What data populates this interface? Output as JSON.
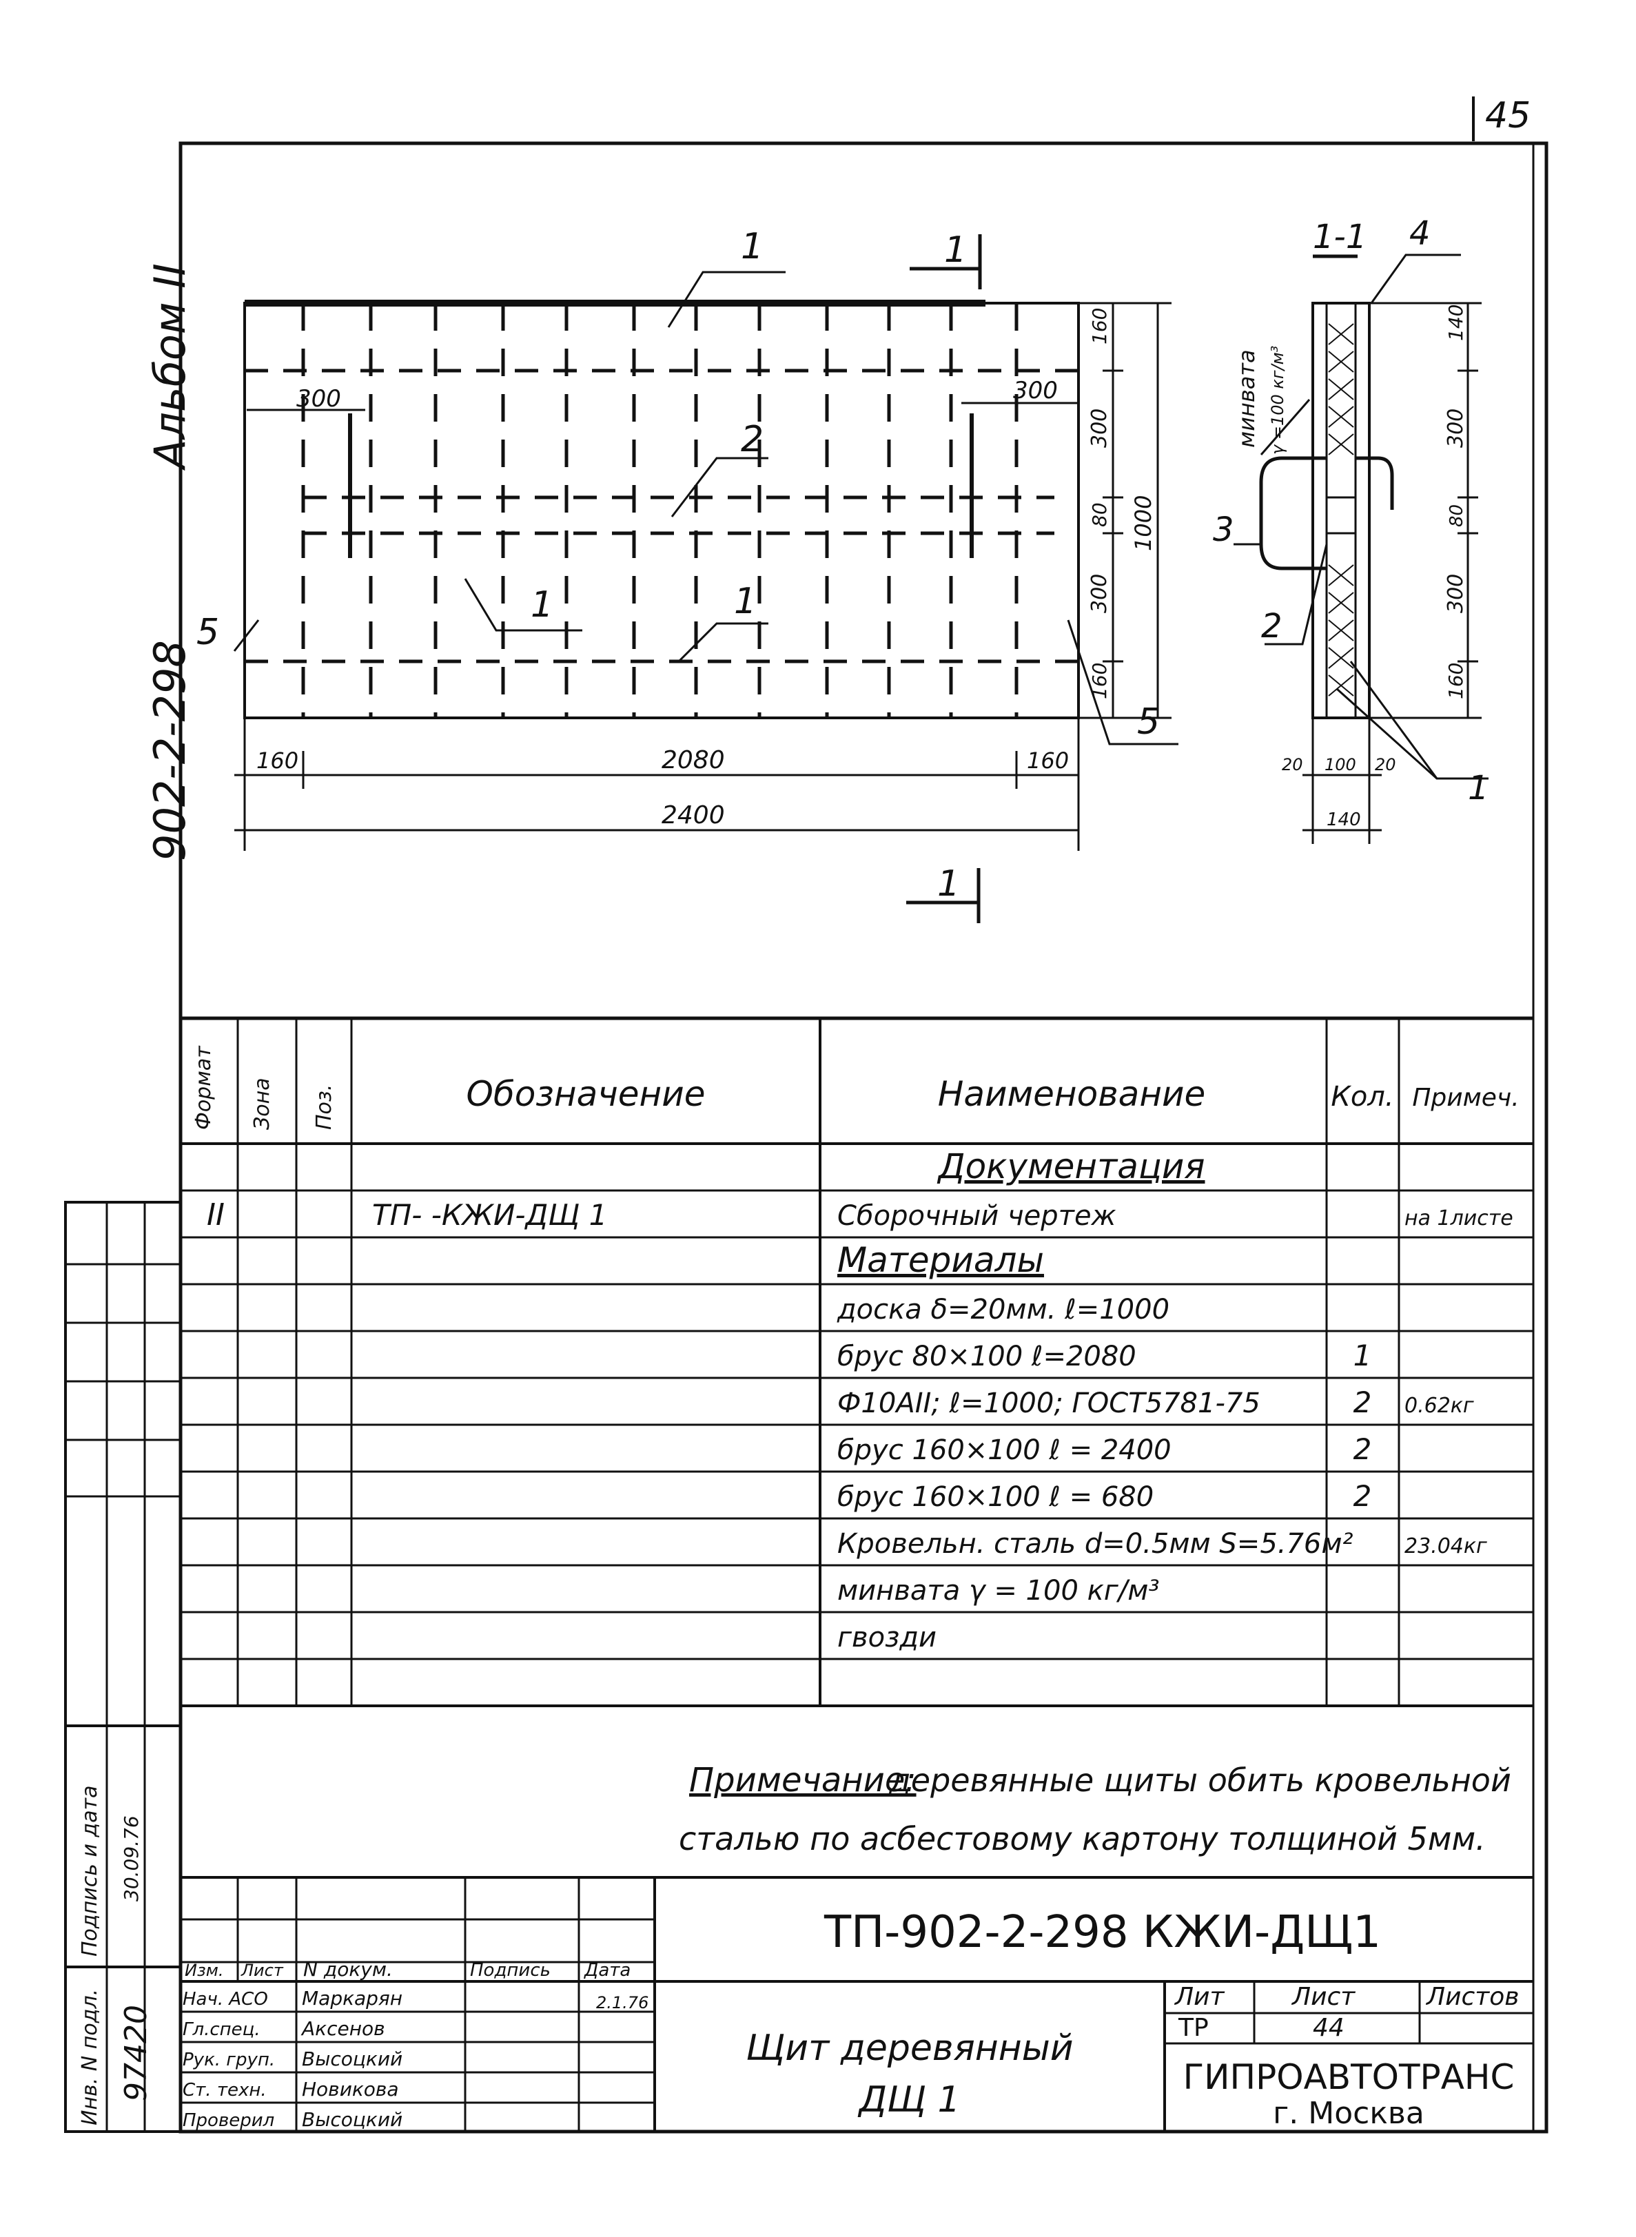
{
  "page_number": "45",
  "side": {
    "album": "Альбом II",
    "project_code": "902-2-298"
  },
  "drawing": {
    "section_mark": "1",
    "section_title": "1-1",
    "labels": [
      "1",
      "1",
      "1",
      "2",
      "3",
      "2",
      "4",
      "5",
      "5",
      "1",
      "1"
    ],
    "dims": {
      "d300a": "300",
      "d300b": "300",
      "d160": "160",
      "d2080": "2080",
      "d2400": "2400",
      "r160t": "160",
      "r300t": "300",
      "r80": "80",
      "r300b": "300",
      "r160b": "160",
      "r1000": "1000",
      "s140t": "140",
      "s300t": "300",
      "s80": "80",
      "s300b": "300",
      "s160": "160",
      "s20a": "20",
      "s100": "100",
      "s20b": "20",
      "s140": "140"
    },
    "minvata_label": "минвата",
    "gamma_label": "γ =100 кг/м³"
  },
  "table": {
    "headers": {
      "format": "Формат",
      "zone": "Зона",
      "pos": "Поз.",
      "designation": "Обозначение",
      "name": "Наименование",
      "qty": "Кол.",
      "note": "Примеч."
    },
    "rows": [
      {
        "format": "",
        "designation": "",
        "name": "Документация",
        "qty": "",
        "note": ""
      },
      {
        "format": "II",
        "designation": "ТП-        -КЖИ-ДЩ 1",
        "name": "Сборочный чертеж",
        "qty": "",
        "note": "на 1листе"
      },
      {
        "format": "",
        "designation": "",
        "name": "Материалы",
        "qty": "",
        "note": ""
      },
      {
        "format": "",
        "designation": "",
        "name": "доска δ=20мм.   ℓ=1000",
        "qty": "",
        "note": ""
      },
      {
        "format": "",
        "designation": "",
        "name": "брус  80×100    ℓ=2080",
        "qty": "1",
        "note": ""
      },
      {
        "format": "",
        "designation": "",
        "name": "Ф10АII; ℓ=1000; ГОСТ5781-75",
        "qty": "2",
        "note": "0.62кг"
      },
      {
        "format": "",
        "designation": "",
        "name": "брус  160×100    ℓ = 2400",
        "qty": "2",
        "note": ""
      },
      {
        "format": "",
        "designation": "",
        "name": "брус  160×100    ℓ = 680",
        "qty": "2",
        "note": ""
      },
      {
        "format": "",
        "designation": "",
        "name": "Кровельн. сталь d=0.5мм S=5.76м²",
        "qty": "",
        "note": "23.04кг"
      },
      {
        "format": "",
        "designation": "",
        "name": "минвата  γ = 100 кг/м³",
        "qty": "",
        "note": ""
      },
      {
        "format": "",
        "designation": "",
        "name": "гвозди",
        "qty": "",
        "note": ""
      }
    ]
  },
  "note": {
    "label": "Примечание:",
    "line1": "деревянные щиты обить кровельной",
    "line2": "сталью по асбестовому картону толщиной 5мм."
  },
  "title_block": {
    "code": "ТП-902-2-298 КЖИ-ДЩ1",
    "hdr": {
      "izm": "Изм.",
      "list": "Лист",
      "ndoc": "N докум.",
      "sign": "Подпись",
      "date": "Дата"
    },
    "roles": [
      {
        "role": "Нач. АСО",
        "name": "Маркарян"
      },
      {
        "role": "Гл.спец.",
        "name": "Аксенов"
      },
      {
        "role": "Рук. груп.",
        "name": "Высоцкий"
      },
      {
        "role": "Ст. техн.",
        "name": "Новикова"
      },
      {
        "role": "Проверил",
        "name": "Высоцкий"
      }
    ],
    "sign_date": "2.1.76",
    "title_line1": "Щит деревянный",
    "title_line2": "ДЩ 1",
    "lit_label": "Лит",
    "sheet_label": "Лист",
    "sheets_label": "Листов",
    "lit_value": "ТР",
    "sheet_value": "44",
    "org": "ГИПРОАВТОТРАНС",
    "city": "г. Москва"
  },
  "left_strip": {
    "inv_label": "Инв. N подл.",
    "inv_value": "97420",
    "sign_label": "Подпись и дата",
    "sign_value": "30.09.76"
  }
}
